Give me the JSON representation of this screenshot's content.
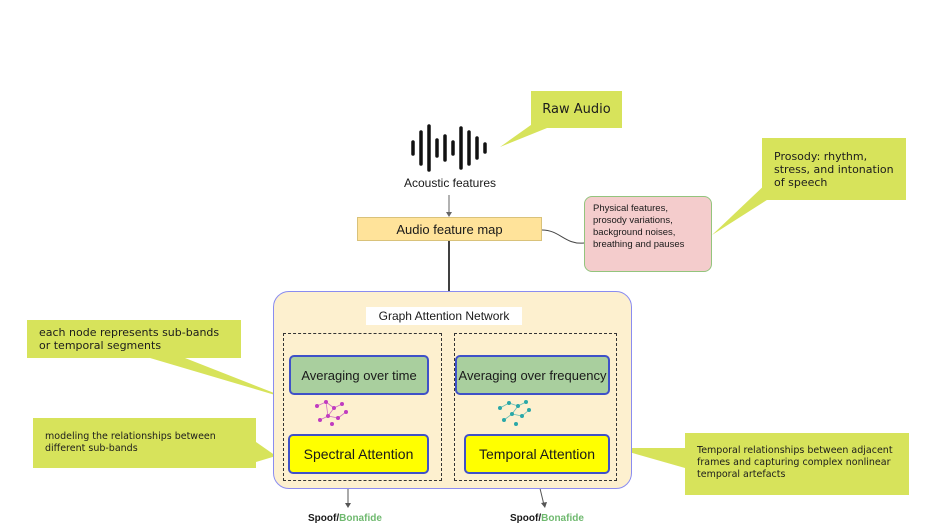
{
  "callouts": {
    "raw_audio": "Raw Audio",
    "prosody": "Prosody: rhythm, stress, and intonation of speech",
    "nodes": "each node represents sub-bands or temporal segments",
    "sub_bands": "modeling the relationships between different sub-bands",
    "temporal": "Temporal relationships between adjacent frames and capturing complex nonlinear temporal artefacts"
  },
  "physical_features": "Physical features, prosody variations, background noises, breathing and pauses",
  "acoustic_features": "Acoustic features",
  "feature_map": "Audio feature map",
  "gat_title": "Graph Attention Network",
  "branches": {
    "left_avg": "Averaging over time",
    "right_avg": "Averaging over frequency",
    "left_attn": "Spectral Attention",
    "right_attn": "Temporal Attention"
  },
  "outputs": {
    "spoof": "Spoof",
    "bonafide": "Bonafide",
    "sep": "/"
  },
  "colors": {
    "callout": "#d7e35b",
    "pink_box": "#f4cccc",
    "pink_border": "#93c47d",
    "feature_map": "#ffe39a",
    "panel": "#fdf0cf",
    "panel_border": "#8a8cf0",
    "green_box": "#a9cf9e",
    "yellow_box": "#ffff00",
    "box_border": "#3f51c8",
    "graph_left": "#c03cc0",
    "graph_right": "#2aa8a8",
    "bonafide_text": "#6fb96f"
  },
  "icons": [
    "waveform-icon",
    "graph-nodes-icon"
  ]
}
